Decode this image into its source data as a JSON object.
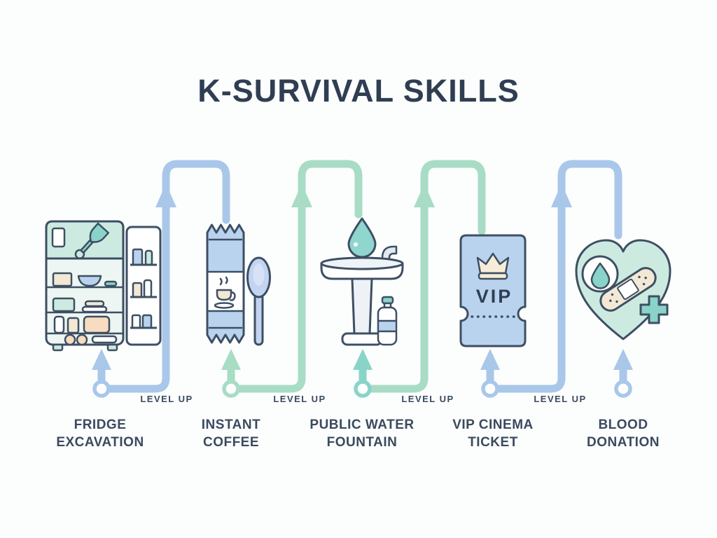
{
  "title": "K-SURVIVAL SKILLS",
  "stages": [
    {
      "name": "fridge-excavation",
      "label_line1": "FRIDGE",
      "label_line2": "EXCAVATION",
      "icon": "fridge-shovel-icon"
    },
    {
      "name": "instant-coffee",
      "label_line1": "INSTANT",
      "label_line2": "COFFEE",
      "icon": "coffee-stick-spoon-icon"
    },
    {
      "name": "public-water-fountain",
      "label_line1": "PUBLIC WATER",
      "label_line2": "FOUNTAIN",
      "icon": "water-fountain-icon"
    },
    {
      "name": "vip-cinema-ticket",
      "label_line1": "VIP CINEMA",
      "label_line2": "TICKET",
      "icon": "vip-ticket-icon",
      "badge": "VIP"
    },
    {
      "name": "blood-donation",
      "label_line1": "BLOOD",
      "label_line2": "DONATION",
      "icon": "blood-heart-icon"
    }
  ],
  "connectors": [
    {
      "from": "fridge-excavation",
      "to": "instant-coffee",
      "label": "LEVEL UP",
      "color": "#a9c7e9"
    },
    {
      "from": "instant-coffee",
      "to": "public-water-fountain",
      "label": "LEVEL UP",
      "color": "#a8dcc5"
    },
    {
      "from": "public-water-fountain",
      "to": "vip-cinema-ticket",
      "label": "LEVEL UP",
      "color": "#a8dcc5"
    },
    {
      "from": "vip-cinema-ticket",
      "to": "blood-donation",
      "label": "LEVEL UP",
      "color": "#a9c7e9"
    }
  ],
  "palette": {
    "background": "#fcfdfd",
    "outline": "#3d4f63",
    "title_color": "#2f3e52",
    "arrow_blue": "#a9c7e9",
    "arrow_green": "#a8dcc5",
    "arrow_teal": "#89d4c9",
    "mint_fill": "#cdeae0",
    "blue_fill": "#b9d3ef",
    "cream_fill": "#f3e8d4",
    "white_fill": "#ffffff"
  }
}
